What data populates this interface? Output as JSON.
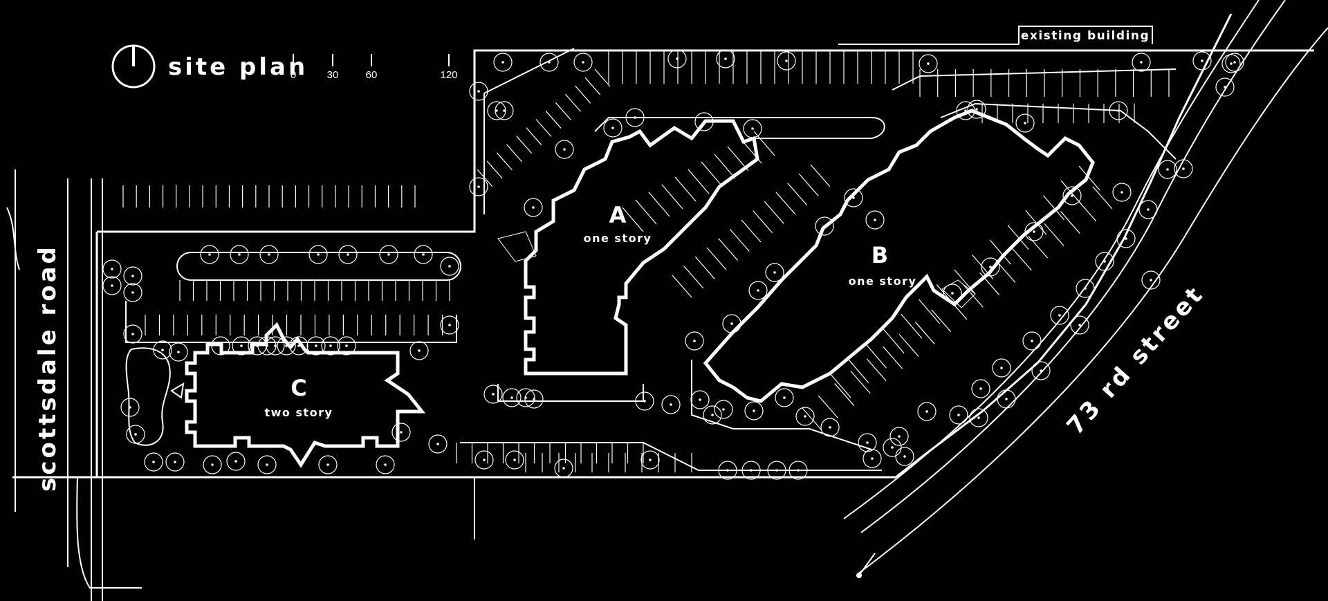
{
  "title": "site plan",
  "scale": {
    "ticks": [
      "0",
      "30",
      "60",
      "120"
    ]
  },
  "streets": {
    "west": "scottsdale road",
    "east": "73 rd street"
  },
  "existing_building": "existing building",
  "buildings": [
    {
      "letter": "A",
      "stories": "one story"
    },
    {
      "letter": "B",
      "stories": "one story"
    },
    {
      "letter": "C",
      "stories": "two story"
    }
  ]
}
